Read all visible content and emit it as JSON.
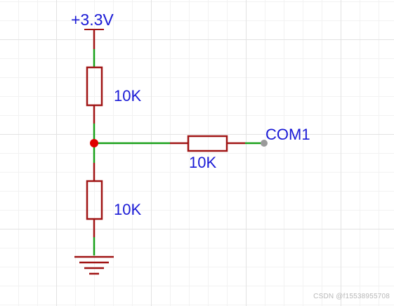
{
  "schematic": {
    "power_label": "+3.3V",
    "r1_value": "10K",
    "r2_value": "10K",
    "r3_value": "10K",
    "net_label": "COM1"
  },
  "watermark": "CSDN @f15538955708",
  "colors": {
    "wire_green": "#18a018",
    "component_red": "#a01414",
    "junction_red": "#e00000",
    "label_blue": "#1a1ad6",
    "pin_gray": "#9a9a9a",
    "grid_major": "#e2e2e2",
    "grid_minor": "#f2f2f2"
  }
}
